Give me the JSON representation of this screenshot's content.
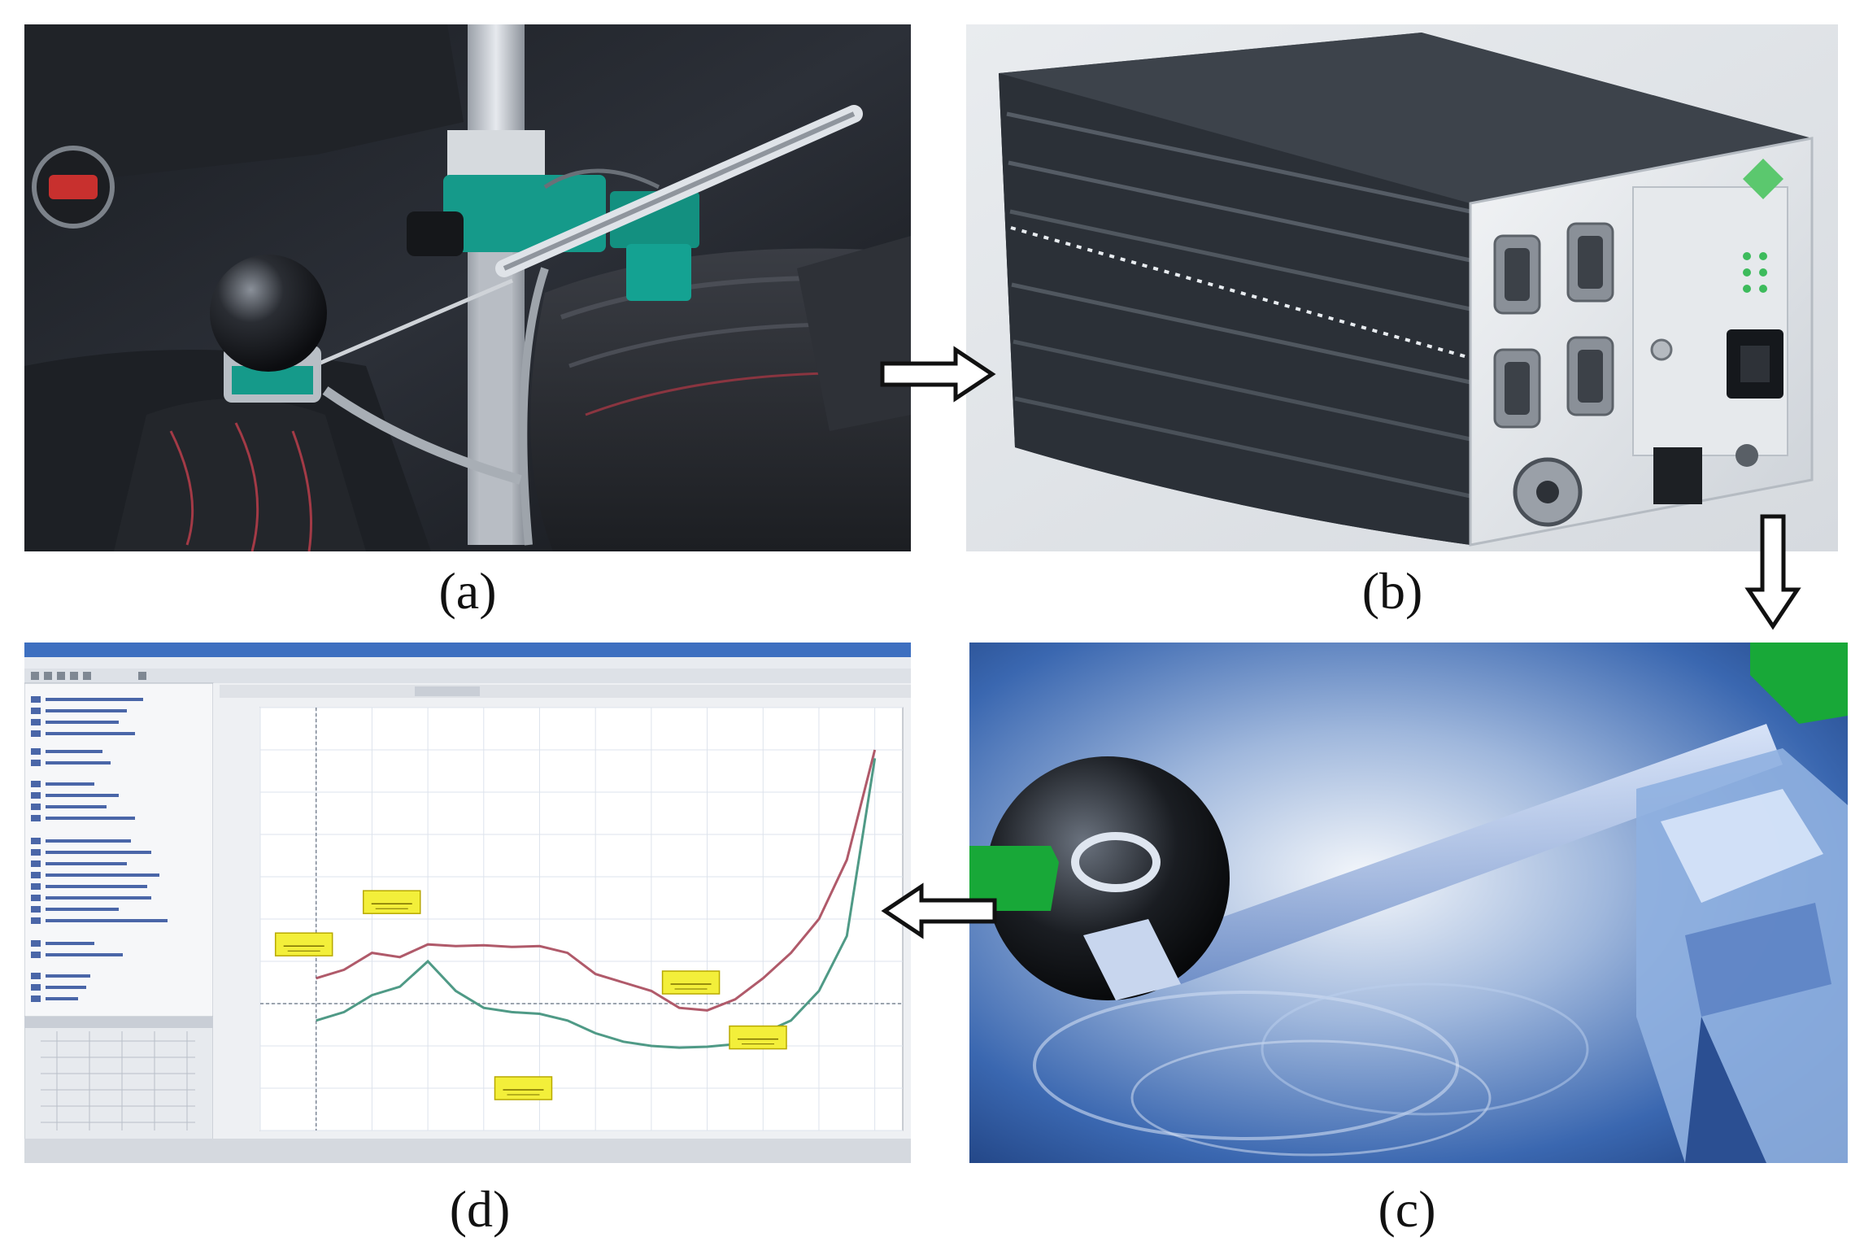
{
  "captions": {
    "a": "(a)",
    "b": "(b)",
    "c": "(c)",
    "d": "(d)"
  },
  "colors": {
    "arrow_fill": "#ffffff",
    "arrow_stroke": "#111111",
    "sensor_green": "#159a8a",
    "plot_curve_red": "#b05a6a",
    "plot_curve_green": "#4f9a86",
    "plot_tag_yellow": "#f3ef3a",
    "screen_blue": "#2f5fa8",
    "marker_green": "#18a838"
  },
  "chart_data": {
    "type": "line",
    "title": "",
    "xlabel": "",
    "ylabel": "",
    "grid": true,
    "x": [
      0,
      5,
      10,
      15,
      20,
      25,
      30,
      35,
      40,
      45,
      50,
      55,
      60,
      65,
      70,
      75,
      80,
      85,
      90,
      95,
      100
    ],
    "series": [
      {
        "values": [
          3.0,
          4.0,
          6.0,
          5.5,
          7.0,
          6.8,
          6.9,
          6.7,
          6.8,
          6.0,
          3.5,
          2.5,
          1.5,
          -0.5,
          -0.8,
          0.5,
          3.0,
          6.0,
          10.0,
          17.0,
          30.0
        ]
      },
      {
        "values": [
          -2.0,
          -1.0,
          1.0,
          2.0,
          5.0,
          1.5,
          -0.5,
          -1.0,
          -1.2,
          -2.0,
          -3.5,
          -4.5,
          -5.0,
          -5.2,
          -5.1,
          -4.8,
          -3.5,
          -2.0,
          1.5,
          8.0,
          29.0
        ]
      }
    ],
    "ylim": [
      -15,
      35
    ],
    "xlim": [
      -10,
      105
    ],
    "annotations": 6
  }
}
